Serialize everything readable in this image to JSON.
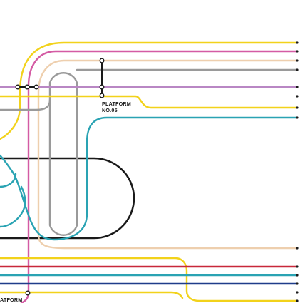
{
  "labels": {
    "platform_05_line1": "PLATFORM",
    "platform_05_line2": "NO.05",
    "platform_bottom": "ATFORM"
  },
  "colors": {
    "yellow": "#f2d21b",
    "magenta": "#d45ba4",
    "peach": "#eecfae",
    "gray": "#9a9a9a",
    "violet": "#b987c4",
    "teal": "#2aa3b3",
    "red": "#c8283a",
    "navy": "#1f3c8a",
    "black": "#1a1a1a"
  }
}
